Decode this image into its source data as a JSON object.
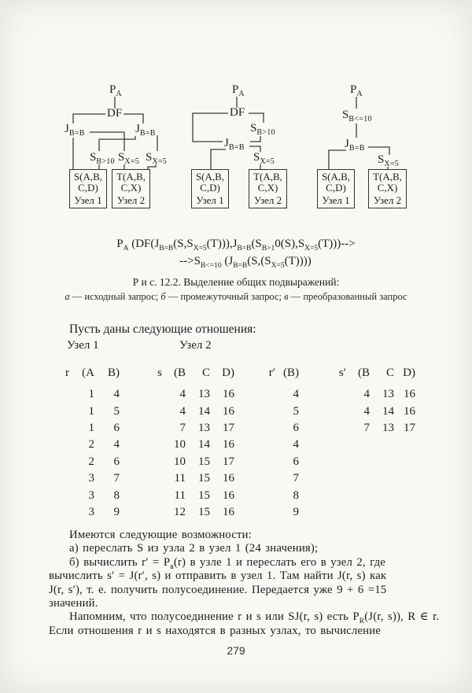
{
  "page": {
    "number": "279"
  },
  "figure": {
    "trees": {
      "a": {
        "pa_m": "P",
        "pa_s": "A",
        "df": "DF",
        "j1_m": "J",
        "j1_s": "B=B",
        "j2_m": "J",
        "j2_s": "B=B",
        "sb_m": "S",
        "sb_s": "B>10",
        "sx1_m": "S",
        "sx1_s": "X=5",
        "sx2_m": "S",
        "sx2_s": "X=5",
        "box_s": [
          "S(A,B,",
          "C,D)",
          "Узел 1"
        ],
        "box_t": [
          "T(A,B,",
          "C,X)",
          "Узел 2"
        ]
      },
      "b": {
        "pa_m": "P",
        "pa_s": "A",
        "df": "DF",
        "sb_m": "S",
        "sb_s": "B>10",
        "j_m": "J",
        "j_s": "B=B",
        "sx_m": "S",
        "sx_s": "X=5",
        "box_s": [
          "S(A,B,",
          "C,D)",
          "Узел 1"
        ],
        "box_t": [
          "T(A,B,",
          "C,X)",
          "Узел 2"
        ]
      },
      "c": {
        "pa_m": "P",
        "pa_s": "A",
        "sb_m": "S",
        "sb_s": "B<=10",
        "j_m": "J",
        "j_s": "B=B",
        "sx_m": "S",
        "sx_s": "X=5",
        "box_s": [
          "S(A,B,",
          "C,D)",
          "Узел 1"
        ],
        "box_t": [
          "T(A,B,",
          "C,X)",
          "Узел 2"
        ]
      }
    },
    "formula": {
      "line1": [
        {
          "t": "P"
        },
        {
          "s": "A"
        },
        {
          "t": " (DF(J"
        },
        {
          "s": "B=B"
        },
        {
          "t": "(S,S"
        },
        {
          "s": "X=5"
        },
        {
          "t": "(T))),J"
        },
        {
          "s": "B=B"
        },
        {
          "t": "(S"
        },
        {
          "s": "B>1"
        },
        {
          "t": "0(S),S"
        },
        {
          "s": "X=5"
        },
        {
          "t": "(T)))-->"
        }
      ],
      "line2": [
        {
          "t": "-->S"
        },
        {
          "s": "B<=10"
        },
        {
          "t": " (J"
        },
        {
          "s": "B=B"
        },
        {
          "t": "(S,(S"
        },
        {
          "s": "X=5"
        },
        {
          "t": "(T))))"
        }
      ]
    },
    "caption": {
      "title": "Р и с. 12.2. Выделение общих подвыражений:",
      "legend": [
        {
          "em": "а"
        },
        {
          "t": " — исходный запрос; "
        },
        {
          "em": "б"
        },
        {
          "t": " — промежуточный запрос; "
        },
        {
          "em": "в"
        },
        {
          "t": " — преобразованный запрос"
        }
      ]
    }
  },
  "text": {
    "intro": "Пусть даны следующие отношения:",
    "node1": "Узел 1",
    "node2": "Узел 2",
    "paragraphs": [
      {
        "segs": [
          {
            "t": "Имеются следующие возможности:"
          }
        ]
      },
      {
        "segs": [
          {
            "t": "а) переслать S из узла 2 в узел 1 (24 значения);"
          }
        ]
      },
      {
        "segs": [
          {
            "t": "б) вычислить r′ = P"
          },
          {
            "sub": "в"
          },
          {
            "t": "(r) в узле 1 и переслать его в узел 2, где"
          }
        ]
      },
      {
        "segs": [
          {
            "t": "вычислить s′ = J(r′, s) и отправить в узел 1. Там найти J(r, s) как"
          }
        ]
      },
      {
        "segs": [
          {
            "t": "J(r, s′), т. е. получить полусоединение. Передается уже 9 + 6 =15"
          }
        ]
      },
      {
        "segs": [
          {
            "t": "значений."
          }
        ]
      },
      {
        "segs": [
          {
            "t": "Напомним, что полусоединение r и s или SJ(r, s) есть P"
          },
          {
            "sub": "R"
          },
          {
            "t": "(J(r, s)), R ∈ r."
          }
        ]
      },
      {
        "segs": [
          {
            "t": "Если отношения r и s находятся в разных узлах, то вычисление"
          }
        ]
      }
    ]
  },
  "relations": {
    "r": {
      "name": "r",
      "header": [
        "(A",
        "B)"
      ],
      "rows": [
        [
          1,
          4
        ],
        [
          1,
          5
        ],
        [
          1,
          6
        ],
        [
          2,
          4
        ],
        [
          2,
          6
        ],
        [
          3,
          7
        ],
        [
          3,
          8
        ],
        [
          3,
          9
        ]
      ]
    },
    "s": {
      "name": "s",
      "header": [
        "(B",
        "C",
        "D)"
      ],
      "rows": [
        [
          4,
          13,
          16
        ],
        [
          4,
          14,
          16
        ],
        [
          7,
          13,
          17
        ],
        [
          10,
          14,
          16
        ],
        [
          10,
          15,
          17
        ],
        [
          11,
          15,
          16
        ],
        [
          11,
          15,
          16
        ],
        [
          12,
          15,
          16
        ]
      ]
    },
    "rp": {
      "name": "r′",
      "header": [
        "(B)"
      ],
      "rows": [
        [
          4
        ],
        [
          5
        ],
        [
          6
        ],
        [
          4
        ],
        [
          6
        ],
        [
          7
        ],
        [
          8
        ],
        [
          9
        ]
      ]
    },
    "sp": {
      "name": "s′",
      "header": [
        "(B",
        "C",
        "D)"
      ],
      "rows": [
        [
          4,
          13,
          16
        ],
        [
          4,
          14,
          16
        ],
        [
          7,
          13,
          17
        ]
      ]
    }
  }
}
